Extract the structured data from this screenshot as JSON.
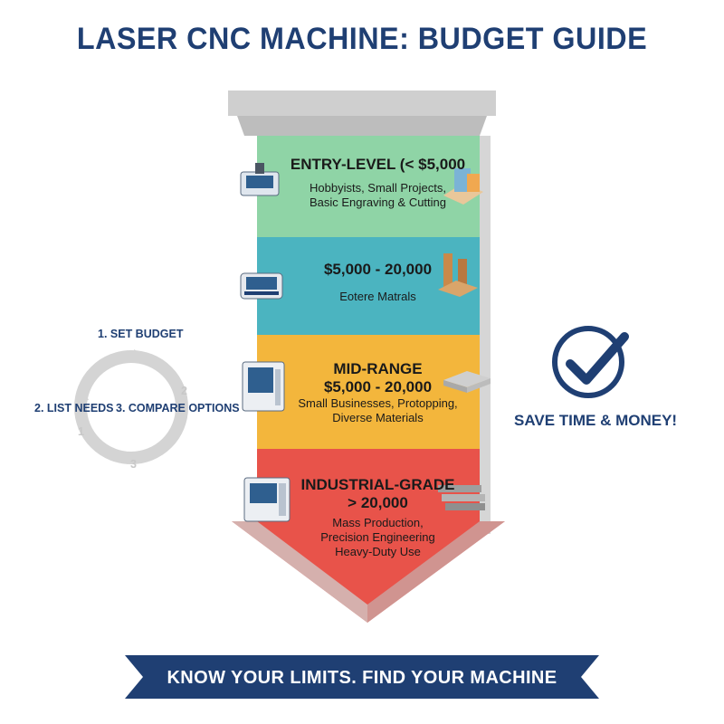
{
  "title": "LASER CNC MACHINE: BUDGET GUIDE",
  "tiers": [
    {
      "heading": "ENTRY-LEVEL (< $5,000",
      "heading2": "",
      "lines": [
        "Hobbyists, Small Projects,",
        "Basic Engraving & Cutting"
      ],
      "color": "#8fd4a6"
    },
    {
      "heading": "$5,000 - 20,000",
      "heading2": "",
      "lines": [
        "Eotere Matrals"
      ],
      "color": "#4bb4c0"
    },
    {
      "heading": "MID-RANGE",
      "heading2": "$5,000 - 20,000",
      "lines": [
        "Small Businesses, Protopping,",
        "Diverse Materials"
      ],
      "color": "#f3b63c"
    },
    {
      "heading": "INDUSTRIAL-GRADE",
      "heading2": "> 20,000",
      "lines": [
        "Mass Production,",
        "Precision Engineering",
        "Heavy-Duty Use"
      ],
      "color": "#e8534a"
    }
  ],
  "cycle": {
    "step1": "1. SET BUDGET",
    "step2": "2. LIST NEEDS",
    "step3": "3. COMPARE OPTIONS",
    "badges": [
      "2",
      "1",
      "3"
    ]
  },
  "save_text": "SAVE TIME & MONEY!",
  "banner": "KNOW YOUR LIMITS. FIND YOUR MACHINE",
  "colors": {
    "navy": "#1f3f73",
    "gray": "#c8c8c8"
  },
  "icons": [
    "laser-machine-icon",
    "material-sheets-icon",
    "checkmark-circle-icon",
    "cycle-arrows-icon"
  ]
}
